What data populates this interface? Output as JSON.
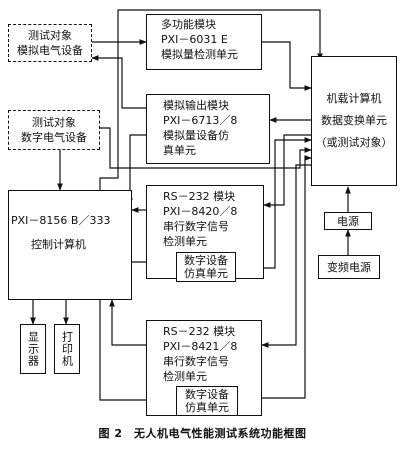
{
  "boxes": {
    "analog_device": {
      "line1": "测试对象",
      "line2": "模拟电气设备"
    },
    "digital_device": {
      "line1": "测试对象",
      "line2": "数字电气设备"
    },
    "analog_detect": {
      "line1": "多功能模块",
      "line2": "PXI－6031 E",
      "line3": "模拟量检测单元"
    },
    "analog_sim": {
      "line1": "模拟输出模块",
      "line2": "PXI－6713／8",
      "line3": "模拟量设备仿",
      "line4": "真单元"
    },
    "onboard_computer": {
      "line1": "机载计算机",
      "line2": "数据变换单元",
      "line3": "（或测试对象）"
    },
    "control_computer": {
      "line1": "PXI－8156 B／333",
      "line2": "控制计算机"
    },
    "rs232_a": {
      "line1": "RS－232 模块",
      "line2": "PXI－8420／8",
      "line3": "串行数字信号",
      "line4": "检测单元"
    },
    "digital_sim_a": {
      "line1": "数字设备",
      "line2": "仿真单元"
    },
    "power": {
      "label": "电源"
    },
    "vf_power": {
      "label": "变频电源"
    },
    "display": {
      "label": "显示器"
    },
    "printer": {
      "label": "打印机"
    },
    "rs232_b": {
      "line1": "RS－232 模块",
      "line2": "PXI－8421／8",
      "line3": "串行数字信号",
      "line4": "检测单元"
    },
    "digital_sim_b": {
      "line1": "数字设备",
      "line2": "仿真单元"
    }
  },
  "caption": "图 2　无人机电气性能测试系统功能框图"
}
